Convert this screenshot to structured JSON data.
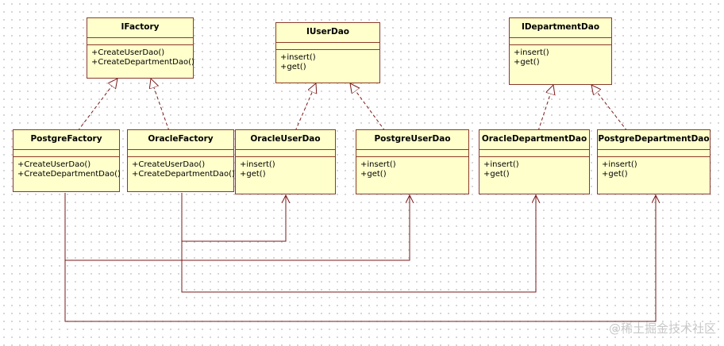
{
  "classes": {
    "ifactory": {
      "name": "IFactory",
      "ops": [
        "+CreateUserDao()",
        "+CreateDepartmentDao()"
      ]
    },
    "iuserdao": {
      "name": "IUserDao",
      "ops": [
        "+insert()",
        "+get()"
      ]
    },
    "idepartmentdao": {
      "name": "IDepartmentDao",
      "ops": [
        "+insert()",
        "+get()"
      ]
    },
    "postgrefactory": {
      "name": "PostgreFactory",
      "ops": [
        "+CreateUserDao()",
        "+CreateDepartmentDao()"
      ]
    },
    "oraclefactory": {
      "name": "OracleFactory",
      "ops": [
        "+CreateUserDao()",
        "+CreateDepartmentDao()"
      ]
    },
    "oracleuserdao": {
      "name": "OracleUserDao",
      "ops": [
        "+insert()",
        "+get()"
      ]
    },
    "postgreuserdao": {
      "name": "PostgreUserDao",
      "ops": [
        "+insert()",
        "+get()"
      ]
    },
    "oracledepartmentdao": {
      "name": "OracleDepartmentDao",
      "ops": [
        "+insert()",
        "+get()"
      ]
    },
    "postgredepartmentdao": {
      "name": "PostgreDepartmentDao",
      "ops": [
        "+insert()",
        "+get()"
      ]
    }
  },
  "watermark": "@稀土掘金技术社区",
  "colors": {
    "box_fill": "#ffffcc",
    "box_border": "#8a3a2a",
    "line": "#7a1a1a"
  }
}
